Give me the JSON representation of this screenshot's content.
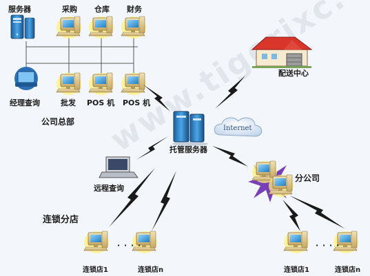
{
  "watermark": "www.tigerjxc.com",
  "hq": {
    "label": "公司总部",
    "top_row": [
      "服务器",
      "采购",
      "仓库",
      "财务"
    ],
    "bottom_row": [
      "经理查询",
      "批发",
      "POS 机",
      "POS 机"
    ]
  },
  "hosting_server": "托管服务器",
  "internet": "Internet",
  "distribution_center": "配送中心",
  "remote_query": "远程查询",
  "chain_branch": {
    "title": "连锁分店",
    "store_1": "连锁店1",
    "store_n": "连锁店n",
    "ellipsis": "· · · ·"
  },
  "branch_office": {
    "title": "分公司",
    "store_1": "连锁店1",
    "store_n": "连锁店n",
    "ellipsis": "· · · ·"
  },
  "colors": {
    "monitor_frame": "#d9c38a",
    "screen": "#3aa0d8",
    "tower": "#3c8fd0",
    "roof": "#d8352b",
    "cloud": "#dbe6f3",
    "lightning": "#222222",
    "sparkle": "#6a2bb0"
  }
}
